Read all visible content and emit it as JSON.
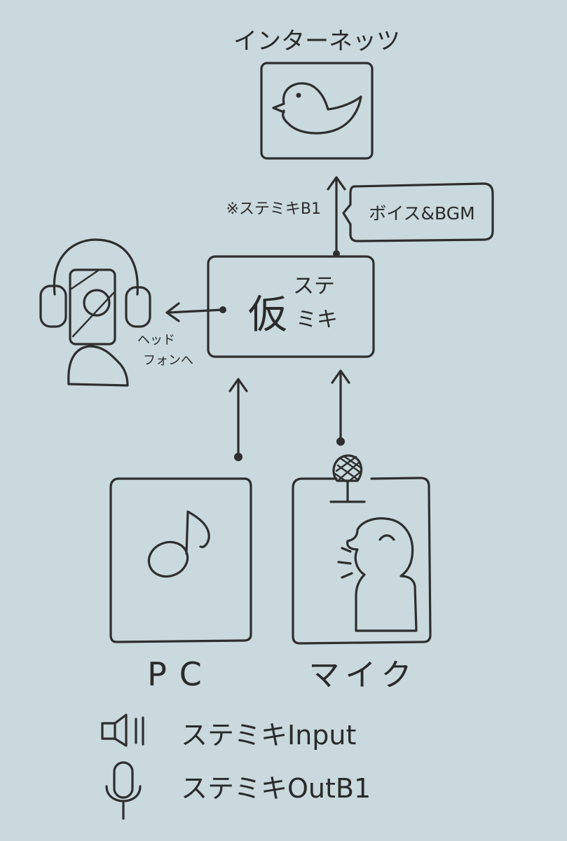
{
  "nodes": {
    "internet": {
      "label": "インターネッツ",
      "icon": "bird-icon"
    },
    "virtual_mixer": {
      "label_main": "仮",
      "label_top": "ステ",
      "label_bottom": "ミキ"
    },
    "headphones": {
      "label_line1": "ヘッド",
      "label_line2": "フォンへ",
      "icon": "headphones-person-icon"
    },
    "pc": {
      "label": "PC",
      "icon": "music-note-icon"
    },
    "mic": {
      "label": "マイク",
      "icon": "singing-person-icon"
    }
  },
  "edges": {
    "mixer_to_internet_label": "※ステミキB1",
    "mixer_to_internet_callout": "ボイス&BGM"
  },
  "legend": [
    {
      "icon": "speaker-icon",
      "text": "ステミキInput"
    },
    {
      "icon": "microphone-icon",
      "text": "ステミキOutB1"
    }
  ]
}
